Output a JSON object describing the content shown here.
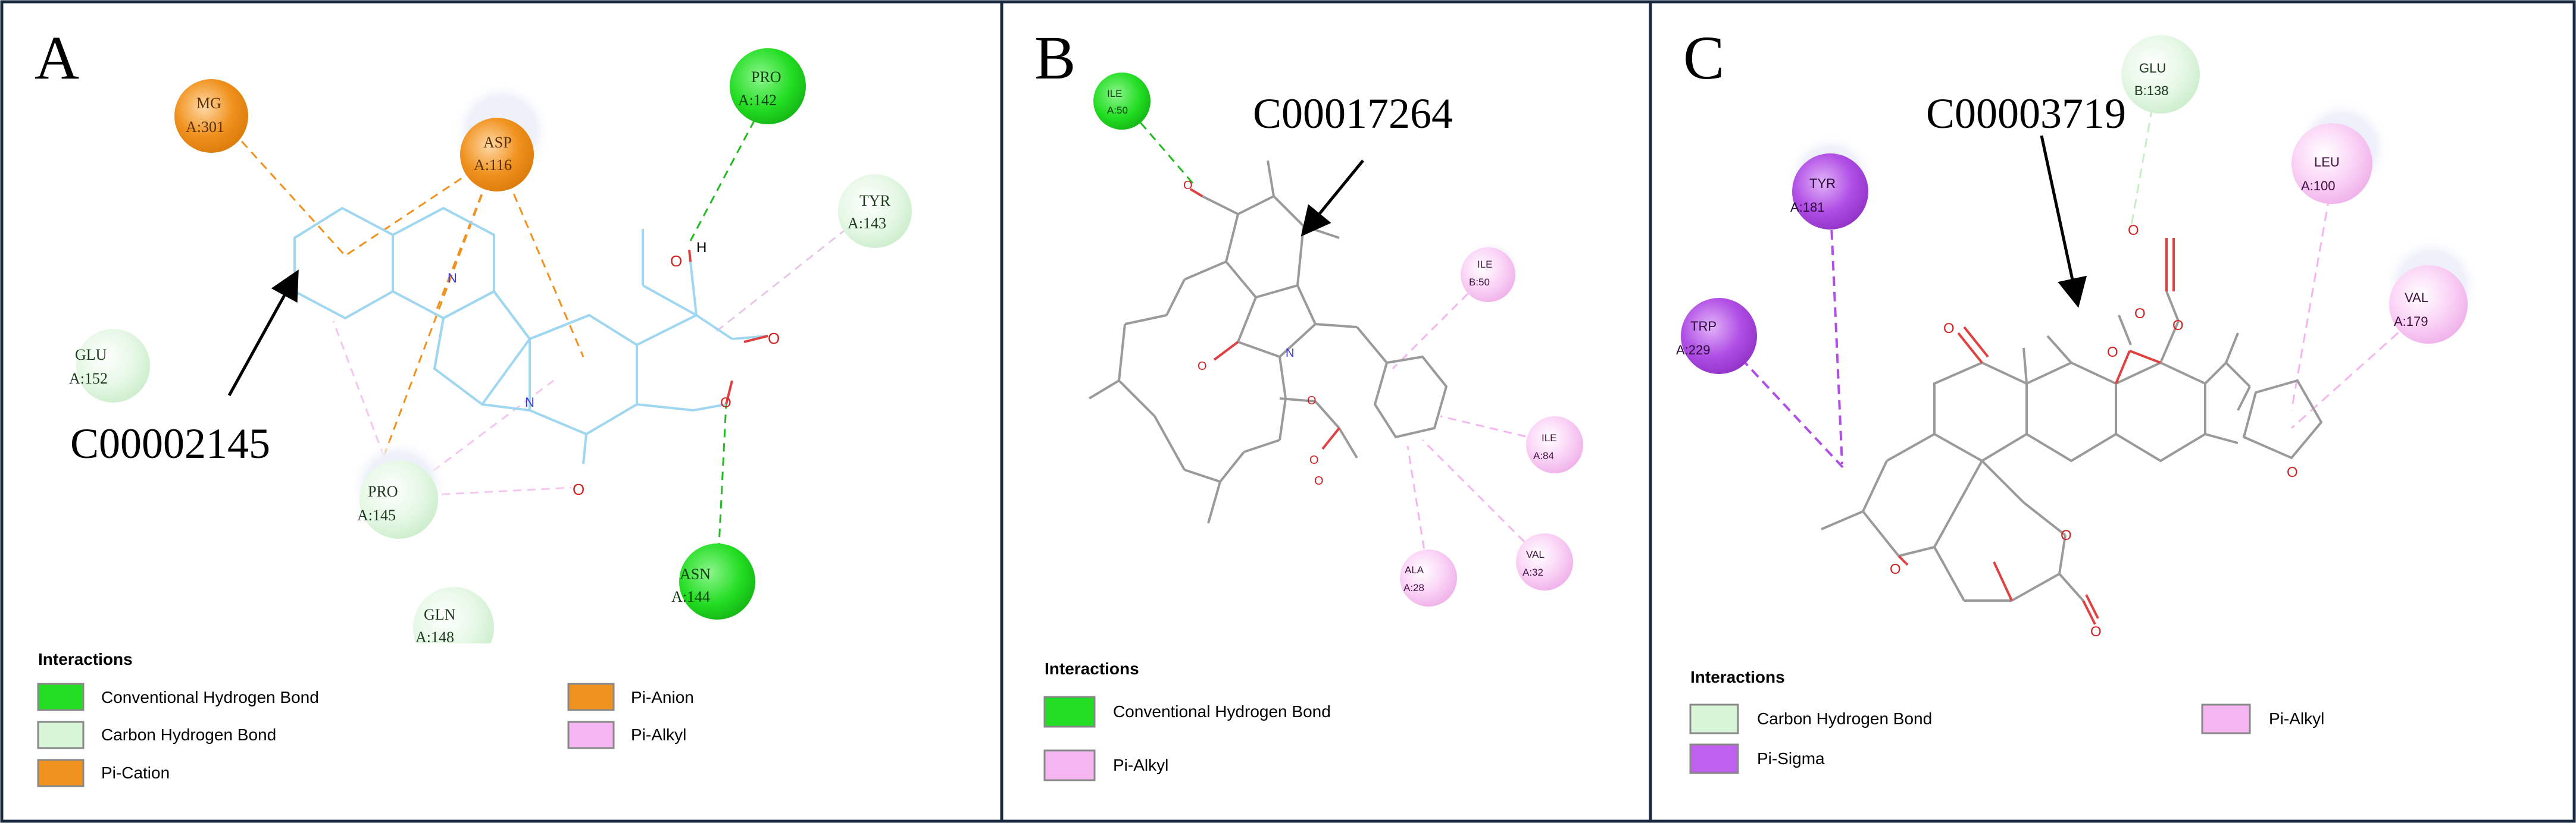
{
  "colors": {
    "conventional_hbond": "#22dd22",
    "carbon_hbond": "#d8f5d8",
    "pi_cation": "#f0921e",
    "pi_anion": "#f0921e",
    "pi_alkyl": "#f5b5f0",
    "pi_sigma": "#b04ee6",
    "border": "#1a2a40"
  },
  "panels": {
    "A": {
      "letter": "A",
      "compound": "C00002145",
      "residues": {
        "mg": {
          "name": "MG",
          "id": "A:301"
        },
        "asp": {
          "name": "ASP",
          "id": "A:116"
        },
        "pro142": {
          "name": "PRO",
          "id": "A:142"
        },
        "tyr": {
          "name": "TYR",
          "id": "A:143"
        },
        "glu": {
          "name": "GLU",
          "id": "A:152"
        },
        "pro145": {
          "name": "PRO",
          "id": "A:145"
        },
        "asn": {
          "name": "ASN",
          "id": "A:144"
        },
        "gln": {
          "name": "GLN",
          "id": "A:148"
        }
      },
      "atoms": {
        "n1": "N",
        "n2": "N",
        "o_h": "O",
        "h": "H",
        "o_ring": "O",
        "o_carbonyl": "O",
        "o_ketone": "O"
      },
      "legend": {
        "title": "Interactions",
        "items": [
          "Conventional Hydrogen Bond",
          "Carbon Hydrogen Bond",
          "Pi-Cation",
          "Pi-Anion",
          "Pi-Alkyl"
        ]
      }
    },
    "B": {
      "letter": "B",
      "compound": "C00017264",
      "residues": {
        "ile50a": {
          "name": "ILE",
          "id": "A:50"
        },
        "ile50b": {
          "name": "ILE",
          "id": "B:50"
        },
        "ile84": {
          "name": "ILE",
          "id": "A:84"
        },
        "val32": {
          "name": "VAL",
          "id": "A:32"
        },
        "ala28": {
          "name": "ALA",
          "id": "A:28"
        }
      },
      "atoms": {
        "o1": "O",
        "o2": "O",
        "o3": "O",
        "o4": "O",
        "o5": "O",
        "n": "N"
      },
      "legend": {
        "title": "Interactions",
        "items": [
          "Conventional Hydrogen Bond",
          "Pi-Alkyl"
        ]
      }
    },
    "C": {
      "letter": "C",
      "compound": "C00003719",
      "residues": {
        "glu": {
          "name": "GLU",
          "id": "B:138"
        },
        "tyr": {
          "name": "TYR",
          "id": "A:181"
        },
        "leu": {
          "name": "LEU",
          "id": "A:100"
        },
        "trp": {
          "name": "TRP",
          "id": "A:229"
        },
        "val": {
          "name": "VAL",
          "id": "A:179"
        }
      },
      "atoms": {
        "o1": "O",
        "o2": "O",
        "o3": "O",
        "o4": "O",
        "o5": "O",
        "o6": "O",
        "o7": "O",
        "o8": "O",
        "o9": "O"
      },
      "legend": {
        "title": "Interactions",
        "items": [
          "Carbon Hydrogen Bond",
          "Pi-Sigma",
          "Pi-Alkyl"
        ]
      }
    }
  }
}
